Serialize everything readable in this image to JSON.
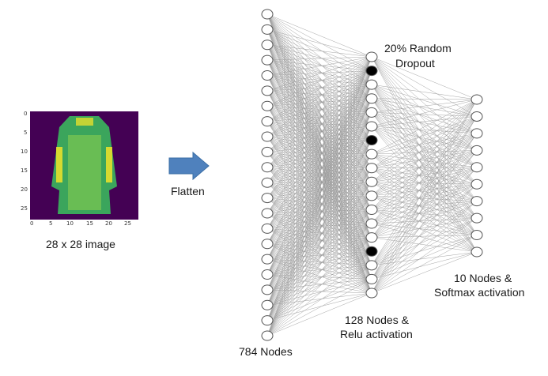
{
  "image_panel": {
    "caption": "28 x 28 image",
    "y_ticks": [
      "0",
      "5",
      "10",
      "15",
      "20",
      "25"
    ],
    "x_ticks": [
      "0",
      "5",
      "10",
      "15",
      "20",
      "25"
    ]
  },
  "arrow": {
    "label": "Flatten",
    "color": "#4f81bd",
    "icon": "right-arrow-icon"
  },
  "layers": {
    "input": {
      "label": "784 Nodes",
      "visible_nodes": 22
    },
    "hidden": {
      "label_line1": "128 Nodes &",
      "label_line2": "Relu activation",
      "visible_nodes": 18,
      "dropped_nodes": [
        1,
        6,
        14
      ]
    },
    "output": {
      "label_line1": "10 Nodes &",
      "label_line2": "Softmax activation",
      "visible_nodes": 10
    }
  },
  "dropout": {
    "label_line1": "20% Random",
    "label_line2": "Dropout"
  },
  "colors": {
    "edge": "#9a9a9a",
    "node_stroke": "#555555",
    "dropped_node": "#000000",
    "image_bg": "#440154"
  }
}
